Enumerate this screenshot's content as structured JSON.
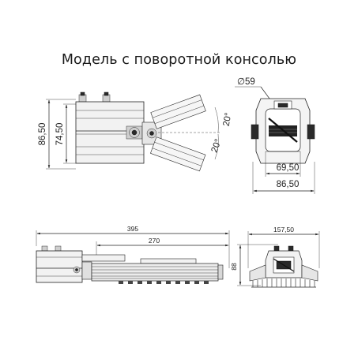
{
  "title": "Модель с поворотной консолью",
  "front_view": {
    "dim_outer_height": "86,50",
    "dim_inner_height": "74,50",
    "angle_top": "20°",
    "angle_bottom": "20°"
  },
  "side_view": {
    "diameter": "∅59",
    "dim_inner_width": "69,50",
    "dim_outer_width": "86,50"
  },
  "bottom_view": {
    "dim_total_length": "395",
    "dim_radiator_length": "270"
  },
  "end_view": {
    "dim_width": "157,50",
    "dim_height": "88"
  },
  "colors": {
    "line": "#222222",
    "body_fill": "#f2f2f2",
    "dark_fill": "#2a2a2a"
  }
}
